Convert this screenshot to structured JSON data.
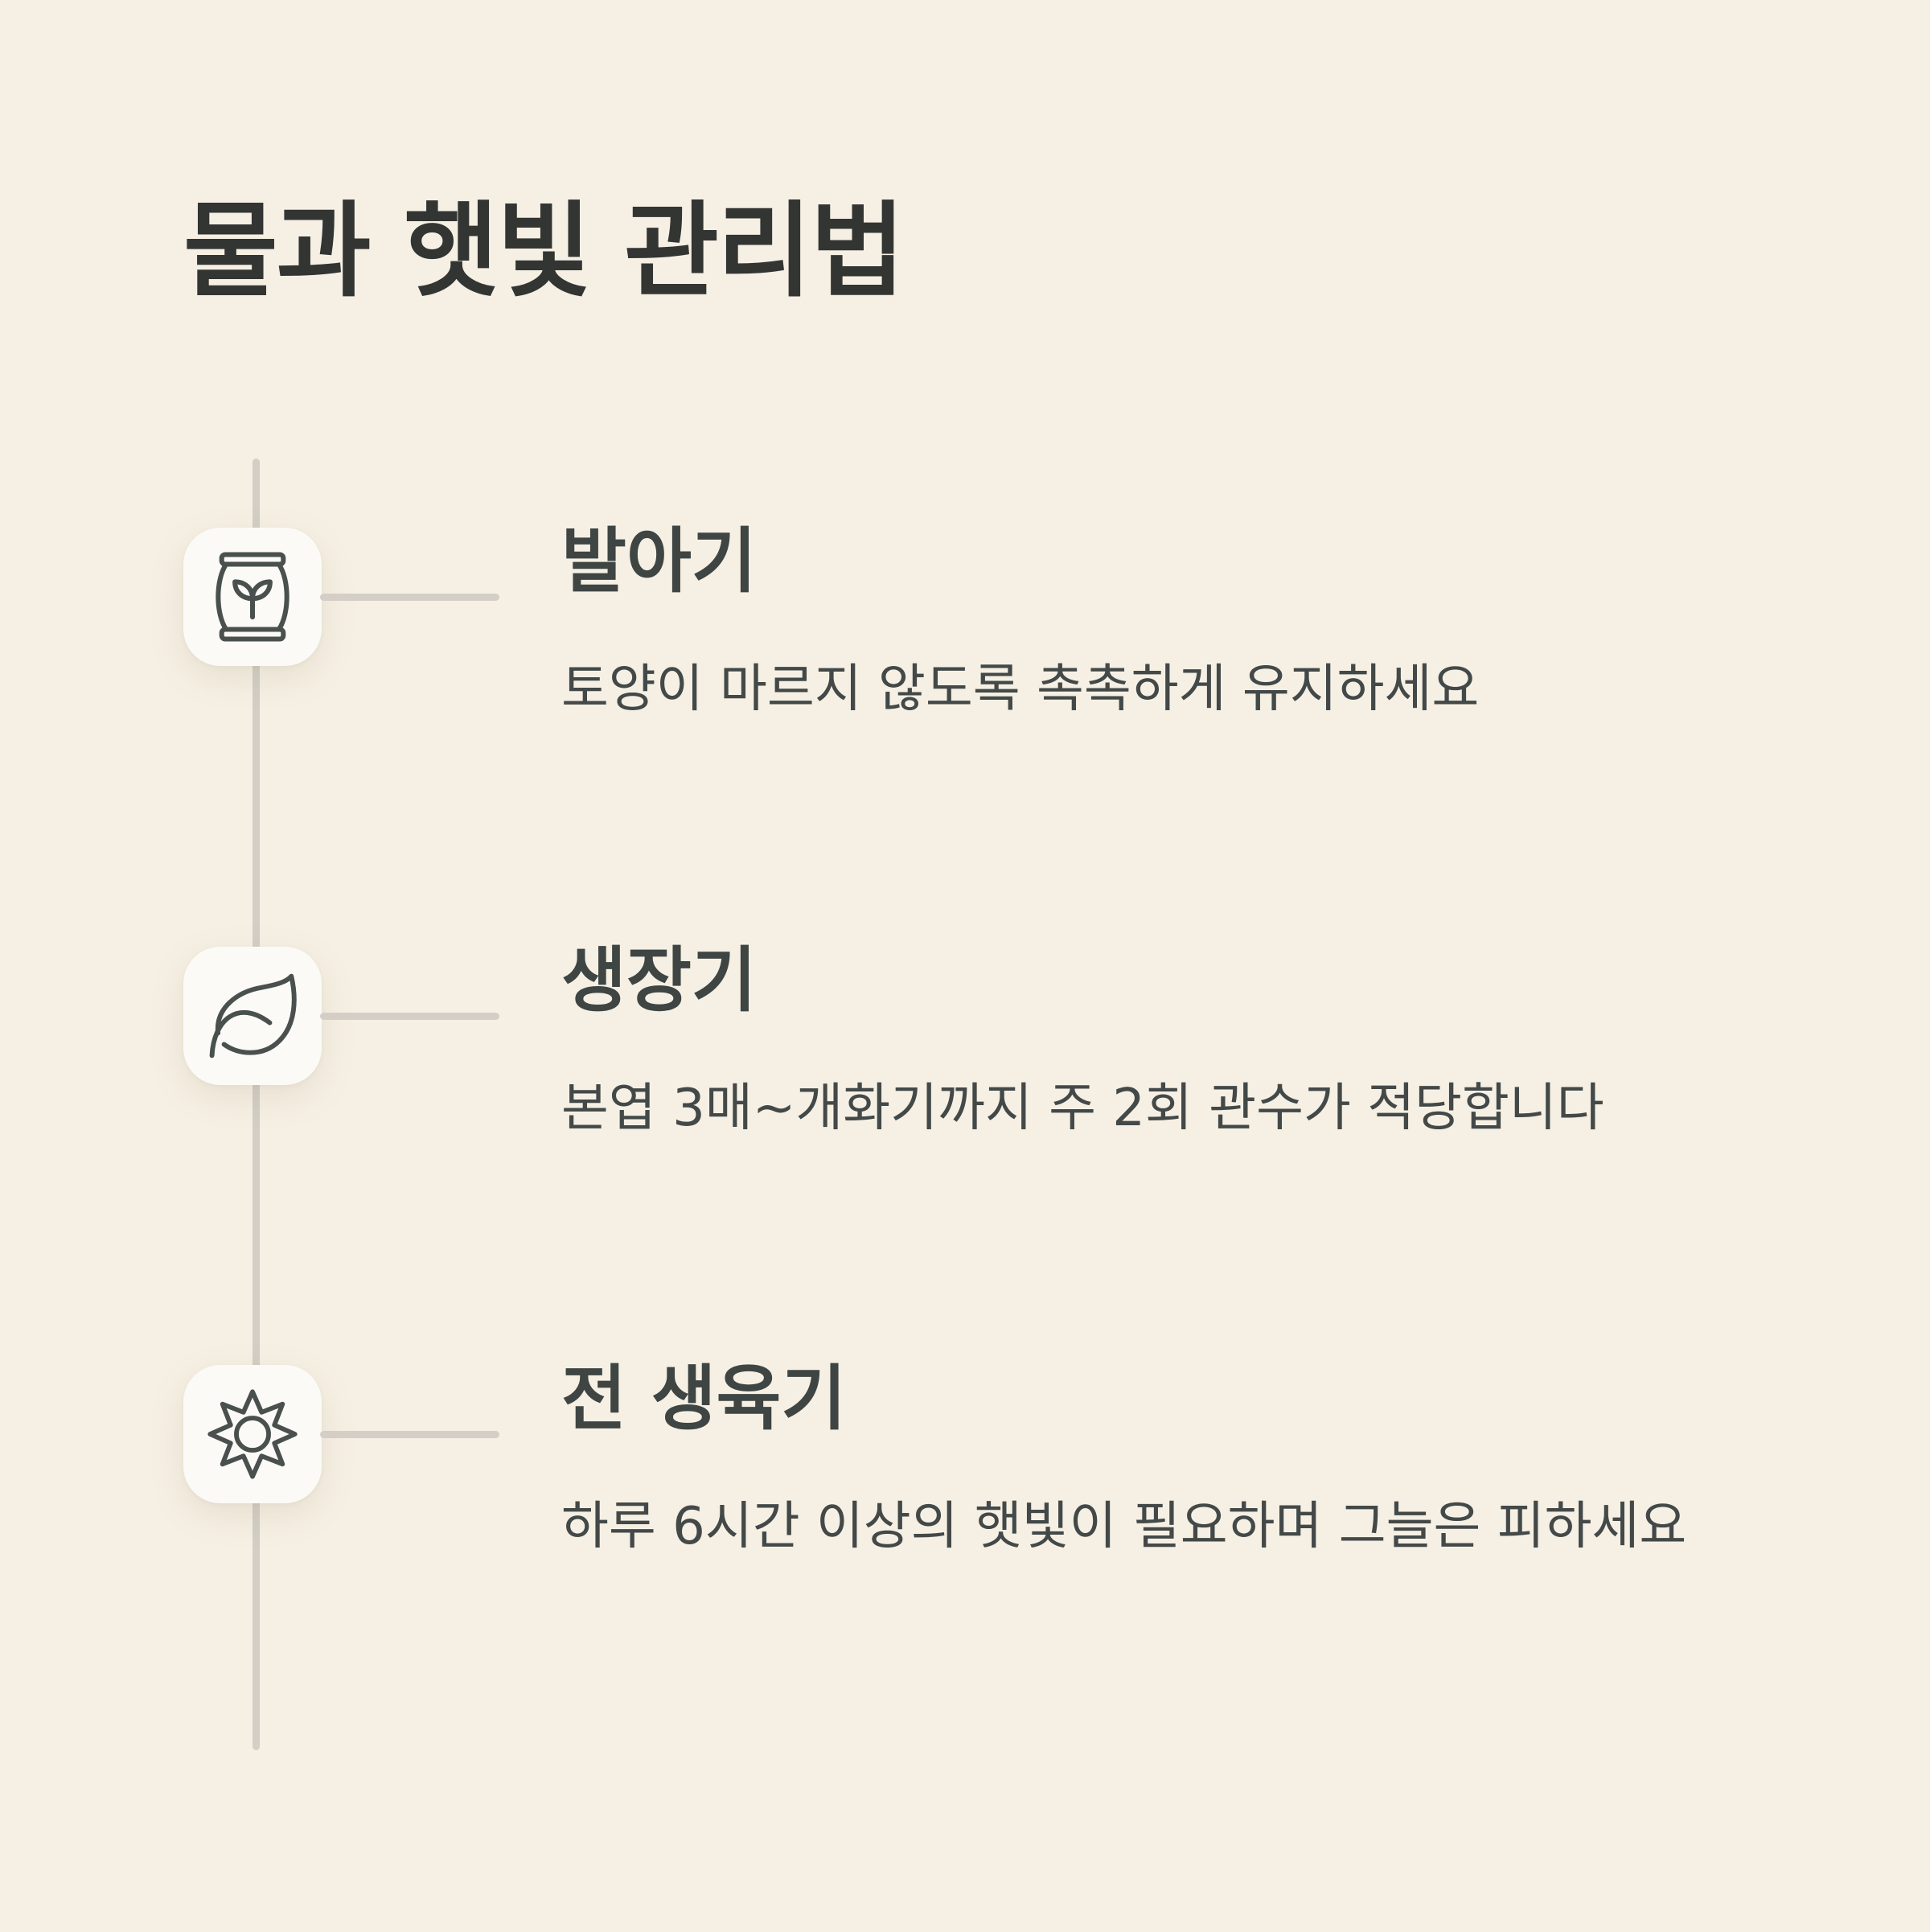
{
  "title": "물과 햇빛 관리법",
  "steps": [
    {
      "icon": "seed-bag-icon",
      "title": "발아기",
      "description": "토양이 마르지 않도록 촉촉하게 유지하세요"
    },
    {
      "icon": "leaf-icon",
      "title": "생장기",
      "description": "본엽 3매~개화기까지 주 2회 관수가 적당합니다"
    },
    {
      "icon": "sun-icon",
      "title": "전 생육기",
      "description": "하루 6시간 이상의 햇빛이 필요하며 그늘은 피하세요"
    }
  ],
  "colors": {
    "background": "#f6f0e4",
    "title": "#333533",
    "text": "#434948",
    "line": "#d3cfc6",
    "icon": "#49504e",
    "icon_box": "#fbfaf7"
  }
}
